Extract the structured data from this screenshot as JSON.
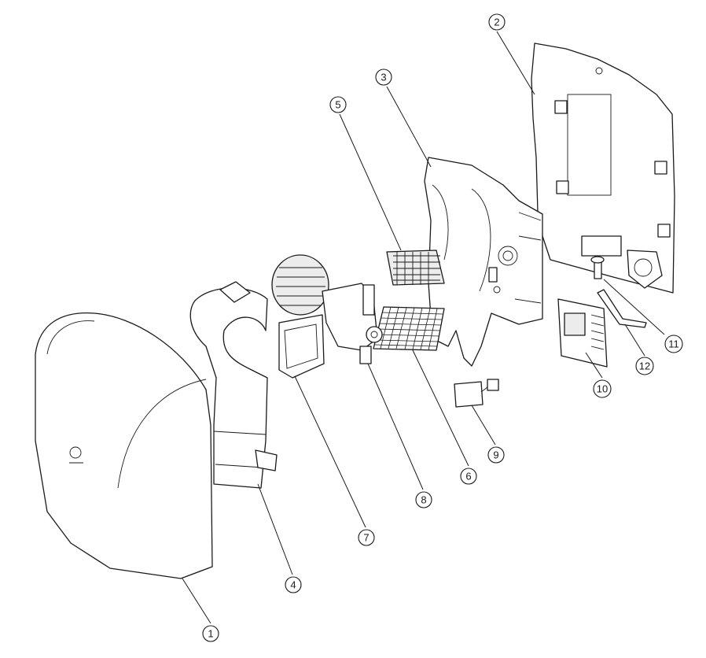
{
  "diagram": {
    "type": "exploded-parts-view",
    "callouts": [
      "1",
      "2",
      "3",
      "4",
      "5",
      "6",
      "7",
      "8",
      "9",
      "10",
      "11",
      "12"
    ],
    "colors": {
      "line": "#1a1a1a",
      "background": "#ffffff",
      "shade": "#ececec"
    }
  }
}
